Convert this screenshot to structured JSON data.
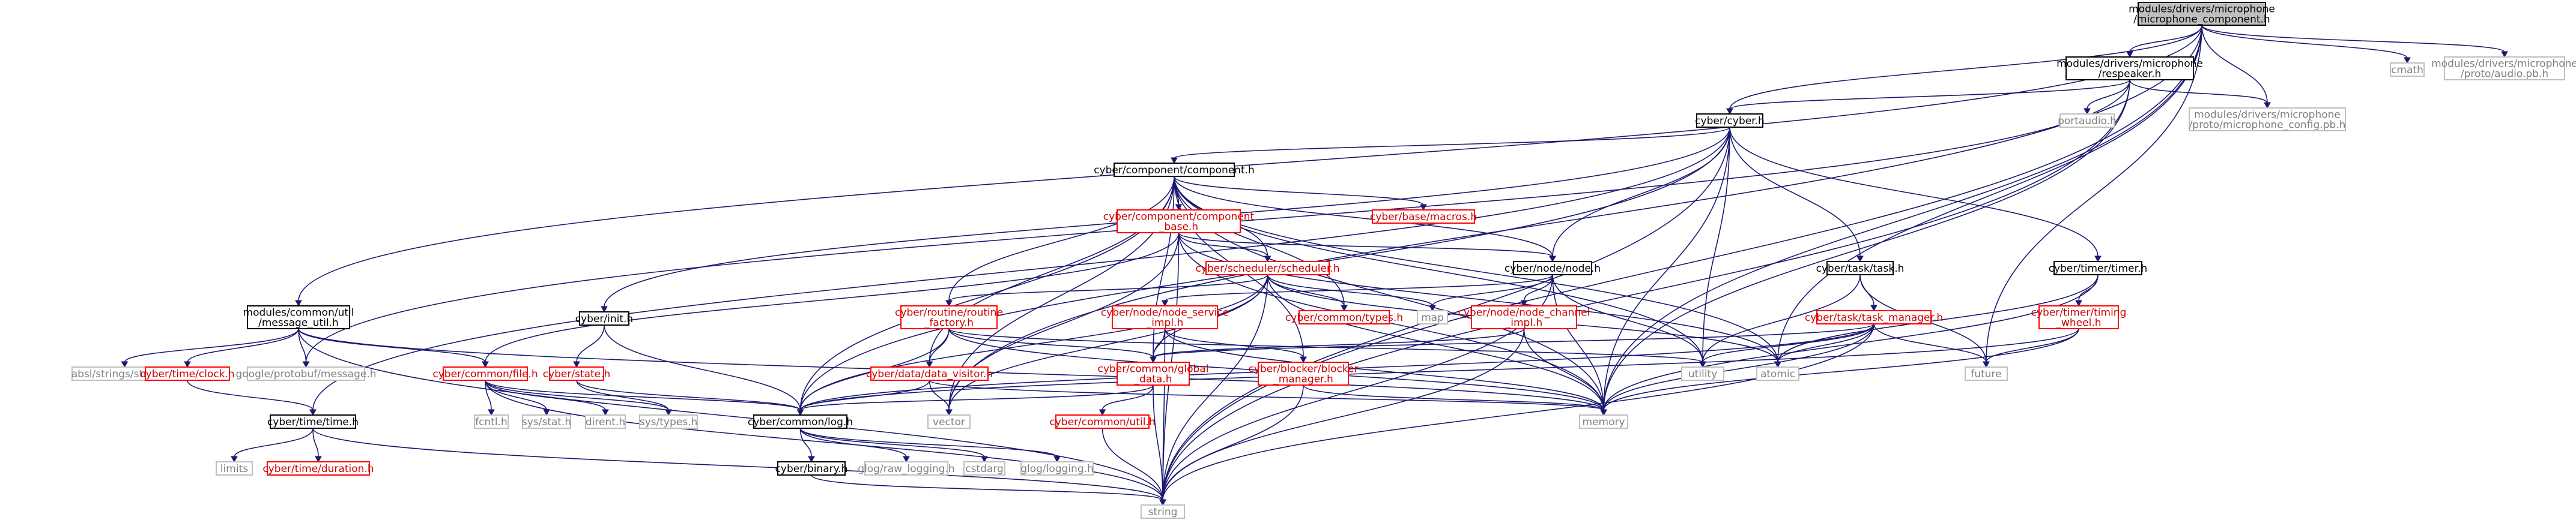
{
  "colors": {
    "edge": "#191970",
    "root_fill": "#bfbfbf",
    "documented_border": "#000000",
    "undocumented_border": "#ff0000",
    "external_border": "#bfbfbf",
    "undocumented_text": "#cc0000",
    "external_text": "#7f7f7f"
  },
  "nodes": [
    {
      "id": "root",
      "lines": [
        "modules/drivers/microphone",
        "/microphone_component.h"
      ],
      "kind": "root"
    },
    {
      "id": "respeaker",
      "lines": [
        "modules/drivers/microphone",
        "/respeaker.h"
      ],
      "kind": "doc"
    },
    {
      "id": "cmath",
      "lines": [
        "cmath"
      ],
      "kind": "ext"
    },
    {
      "id": "audio_pb",
      "lines": [
        "modules/drivers/microphone",
        "/proto/audio.pb.h"
      ],
      "kind": "ext"
    },
    {
      "id": "cyber_h",
      "lines": [
        "cyber/cyber.h"
      ],
      "kind": "doc"
    },
    {
      "id": "portaudio",
      "lines": [
        "portaudio.h"
      ],
      "kind": "ext"
    },
    {
      "id": "mic_conf",
      "lines": [
        "modules/drivers/microphone",
        "/proto/microphone_config.pb.h"
      ],
      "kind": "ext"
    },
    {
      "id": "component",
      "lines": [
        "cyber/component/component.h"
      ],
      "kind": "doc"
    },
    {
      "id": "comp_base",
      "lines": [
        "cyber/component/component",
        "_base.h"
      ],
      "kind": "red"
    },
    {
      "id": "macros",
      "lines": [
        "cyber/base/macros.h"
      ],
      "kind": "red"
    },
    {
      "id": "scheduler",
      "lines": [
        "cyber/scheduler/scheduler.h"
      ],
      "kind": "red"
    },
    {
      "id": "node",
      "lines": [
        "cyber/node/node.h"
      ],
      "kind": "doc"
    },
    {
      "id": "task",
      "lines": [
        "cyber/task/task.h"
      ],
      "kind": "doc"
    },
    {
      "id": "timer",
      "lines": [
        "cyber/timer/timer.h"
      ],
      "kind": "doc"
    },
    {
      "id": "msg_util",
      "lines": [
        "modules/common/util",
        "/message_util.h"
      ],
      "kind": "doc"
    },
    {
      "id": "init",
      "lines": [
        "cyber/init.h"
      ],
      "kind": "doc"
    },
    {
      "id": "types",
      "lines": [
        "cyber/common/types.h"
      ],
      "kind": "red"
    },
    {
      "id": "map",
      "lines": [
        "map"
      ],
      "kind": "ext"
    },
    {
      "id": "routine_factory",
      "lines": [
        "cyber/routine/routine",
        "_factory.h"
      ],
      "kind": "red"
    },
    {
      "id": "node_service",
      "lines": [
        "cyber/node/node_service",
        "_impl.h"
      ],
      "kind": "red"
    },
    {
      "id": "node_channel",
      "lines": [
        "cyber/node/node_channel",
        "_impl.h"
      ],
      "kind": "red"
    },
    {
      "id": "task_manager",
      "lines": [
        "cyber/task/task_manager.h"
      ],
      "kind": "red"
    },
    {
      "id": "timing_wheel",
      "lines": [
        "cyber/timer/timing",
        "_wheel.h"
      ],
      "kind": "red"
    },
    {
      "id": "str_cat",
      "lines": [
        "absl/strings/str_cat.h"
      ],
      "kind": "ext"
    },
    {
      "id": "clock",
      "lines": [
        "cyber/time/clock.h"
      ],
      "kind": "red"
    },
    {
      "id": "protobuf",
      "lines": [
        "google/protobuf/message.h"
      ],
      "kind": "ext"
    },
    {
      "id": "file",
      "lines": [
        "cyber/common/file.h"
      ],
      "kind": "red"
    },
    {
      "id": "state",
      "lines": [
        "cyber/state.h"
      ],
      "kind": "red"
    },
    {
      "id": "data_visitor",
      "lines": [
        "cyber/data/data_visitor.h"
      ],
      "kind": "red"
    },
    {
      "id": "global_data",
      "lines": [
        "cyber/common/global",
        "_data.h"
      ],
      "kind": "red"
    },
    {
      "id": "blocker",
      "lines": [
        "cyber/blocker/blocker",
        "_manager.h"
      ],
      "kind": "red"
    },
    {
      "id": "utility",
      "lines": [
        "utility"
      ],
      "kind": "ext"
    },
    {
      "id": "atomic",
      "lines": [
        "atomic"
      ],
      "kind": "ext"
    },
    {
      "id": "future",
      "lines": [
        "future"
      ],
      "kind": "ext"
    },
    {
      "id": "time_h",
      "lines": [
        "cyber/time/time.h"
      ],
      "kind": "doc"
    },
    {
      "id": "fcntl",
      "lines": [
        "fcntl.h"
      ],
      "kind": "ext"
    },
    {
      "id": "sysstat",
      "lines": [
        "sys/stat.h"
      ],
      "kind": "ext"
    },
    {
      "id": "dirent",
      "lines": [
        "dirent.h"
      ],
      "kind": "ext"
    },
    {
      "id": "systypes",
      "lines": [
        "sys/types.h"
      ],
      "kind": "ext"
    },
    {
      "id": "log",
      "lines": [
        "cyber/common/log.h"
      ],
      "kind": "doc"
    },
    {
      "id": "vector",
      "lines": [
        "vector"
      ],
      "kind": "ext"
    },
    {
      "id": "common_util",
      "lines": [
        "cyber/common/util.h"
      ],
      "kind": "red"
    },
    {
      "id": "memory",
      "lines": [
        "memory"
      ],
      "kind": "ext"
    },
    {
      "id": "limits",
      "lines": [
        "limits"
      ],
      "kind": "ext"
    },
    {
      "id": "duration",
      "lines": [
        "cyber/time/duration.h"
      ],
      "kind": "red"
    },
    {
      "id": "binary",
      "lines": [
        "cyber/binary.h"
      ],
      "kind": "doc"
    },
    {
      "id": "raw_logging",
      "lines": [
        "glog/raw_logging.h"
      ],
      "kind": "ext"
    },
    {
      "id": "cstdarg",
      "lines": [
        "cstdarg"
      ],
      "kind": "ext"
    },
    {
      "id": "logging",
      "lines": [
        "glog/logging.h"
      ],
      "kind": "ext"
    },
    {
      "id": "string",
      "lines": [
        "string"
      ],
      "kind": "ext"
    }
  ],
  "edges": [
    [
      "root",
      "respeaker"
    ],
    [
      "root",
      "cmath"
    ],
    [
      "root",
      "audio_pb"
    ],
    [
      "root",
      "cyber_h"
    ],
    [
      "root",
      "mic_conf"
    ],
    [
      "root",
      "msg_util"
    ],
    [
      "root",
      "vector"
    ],
    [
      "root",
      "atomic"
    ],
    [
      "root",
      "future"
    ],
    [
      "root",
      "memory"
    ],
    [
      "root",
      "string"
    ],
    [
      "respeaker",
      "cyber_h"
    ],
    [
      "respeaker",
      "portaudio"
    ],
    [
      "respeaker",
      "mic_conf"
    ],
    [
      "respeaker",
      "protobuf"
    ],
    [
      "respeaker",
      "memory"
    ],
    [
      "respeaker",
      "string"
    ],
    [
      "cyber_h",
      "component"
    ],
    [
      "cyber_h",
      "init"
    ],
    [
      "cyber_h",
      "node"
    ],
    [
      "cyber_h",
      "task"
    ],
    [
      "cyber_h",
      "timer"
    ],
    [
      "cyber_h",
      "time_h"
    ],
    [
      "cyber_h",
      "log"
    ],
    [
      "cyber_h",
      "utility"
    ],
    [
      "cyber_h",
      "memory"
    ],
    [
      "cyber_h",
      "string"
    ],
    [
      "component",
      "comp_base"
    ],
    [
      "component",
      "macros"
    ],
    [
      "component",
      "scheduler"
    ],
    [
      "component",
      "types"
    ],
    [
      "component",
      "routine_factory"
    ],
    [
      "component",
      "data_visitor"
    ],
    [
      "component",
      "global_data"
    ],
    [
      "component",
      "node"
    ],
    [
      "component",
      "log"
    ],
    [
      "component",
      "utility"
    ],
    [
      "component",
      "atomic"
    ],
    [
      "component",
      "memory"
    ],
    [
      "component",
      "vector"
    ],
    [
      "component",
      "blocker"
    ],
    [
      "comp_base",
      "scheduler"
    ],
    [
      "comp_base",
      "node"
    ],
    [
      "comp_base",
      "file"
    ],
    [
      "comp_base",
      "atomic"
    ],
    [
      "comp_base",
      "memory"
    ],
    [
      "comp_base",
      "vector"
    ],
    [
      "comp_base",
      "string"
    ],
    [
      "scheduler",
      "types"
    ],
    [
      "scheduler",
      "routine_factory"
    ],
    [
      "scheduler",
      "map"
    ],
    [
      "scheduler",
      "global_data"
    ],
    [
      "scheduler",
      "log"
    ],
    [
      "scheduler",
      "atomic"
    ],
    [
      "scheduler",
      "memory"
    ],
    [
      "scheduler",
      "string"
    ],
    [
      "scheduler",
      "vector"
    ],
    [
      "node",
      "node_service"
    ],
    [
      "node",
      "node_channel"
    ],
    [
      "node",
      "map"
    ],
    [
      "node",
      "utility"
    ],
    [
      "node",
      "memory"
    ],
    [
      "node",
      "string"
    ],
    [
      "task",
      "task_manager"
    ],
    [
      "task",
      "future"
    ],
    [
      "task",
      "utility"
    ],
    [
      "timer",
      "timing_wheel"
    ],
    [
      "timer",
      "atomic"
    ],
    [
      "timer",
      "memory"
    ],
    [
      "msg_util",
      "str_cat"
    ],
    [
      "msg_util",
      "clock"
    ],
    [
      "msg_util",
      "protobuf"
    ],
    [
      "msg_util",
      "file"
    ],
    [
      "msg_util",
      "memory"
    ],
    [
      "msg_util",
      "string"
    ],
    [
      "init",
      "state"
    ],
    [
      "init",
      "log"
    ],
    [
      "routine_factory",
      "data_visitor"
    ],
    [
      "routine_factory",
      "global_data"
    ],
    [
      "routine_factory",
      "log"
    ],
    [
      "routine_factory",
      "memory"
    ],
    [
      "routine_factory",
      "utility"
    ],
    [
      "node_service",
      "global_data"
    ],
    [
      "node_service",
      "blocker"
    ],
    [
      "node_service",
      "memory"
    ],
    [
      "node_service",
      "string"
    ],
    [
      "node_channel",
      "global_data"
    ],
    [
      "node_channel",
      "memory"
    ],
    [
      "node_channel",
      "string"
    ],
    [
      "task_manager",
      "global_data"
    ],
    [
      "task_manager",
      "log"
    ],
    [
      "task_manager",
      "atomic"
    ],
    [
      "task_manager",
      "future"
    ],
    [
      "task_manager",
      "memory"
    ],
    [
      "task_manager",
      "string"
    ],
    [
      "task_manager",
      "utility"
    ],
    [
      "timing_wheel",
      "log"
    ],
    [
      "timing_wheel",
      "future"
    ],
    [
      "timing_wheel",
      "memory"
    ],
    [
      "clock",
      "time_h"
    ],
    [
      "file",
      "fcntl"
    ],
    [
      "file",
      "sysstat"
    ],
    [
      "file",
      "dirent"
    ],
    [
      "file",
      "systypes"
    ],
    [
      "file",
      "log"
    ],
    [
      "file",
      "string"
    ],
    [
      "state",
      "log"
    ],
    [
      "state",
      "systypes"
    ],
    [
      "data_visitor",
      "log"
    ],
    [
      "data_visitor",
      "vector"
    ],
    [
      "data_visitor",
      "memory"
    ],
    [
      "global_data",
      "log"
    ],
    [
      "global_data",
      "common_util"
    ],
    [
      "global_data",
      "string"
    ],
    [
      "blocker",
      "memory"
    ],
    [
      "blocker",
      "string"
    ],
    [
      "time_h",
      "limits"
    ],
    [
      "time_h",
      "duration"
    ],
    [
      "time_h",
      "string"
    ],
    [
      "log",
      "binary"
    ],
    [
      "log",
      "raw_logging"
    ],
    [
      "log",
      "cstdarg"
    ],
    [
      "log",
      "logging"
    ],
    [
      "binary",
      "string"
    ],
    [
      "common_util",
      "string"
    ]
  ]
}
